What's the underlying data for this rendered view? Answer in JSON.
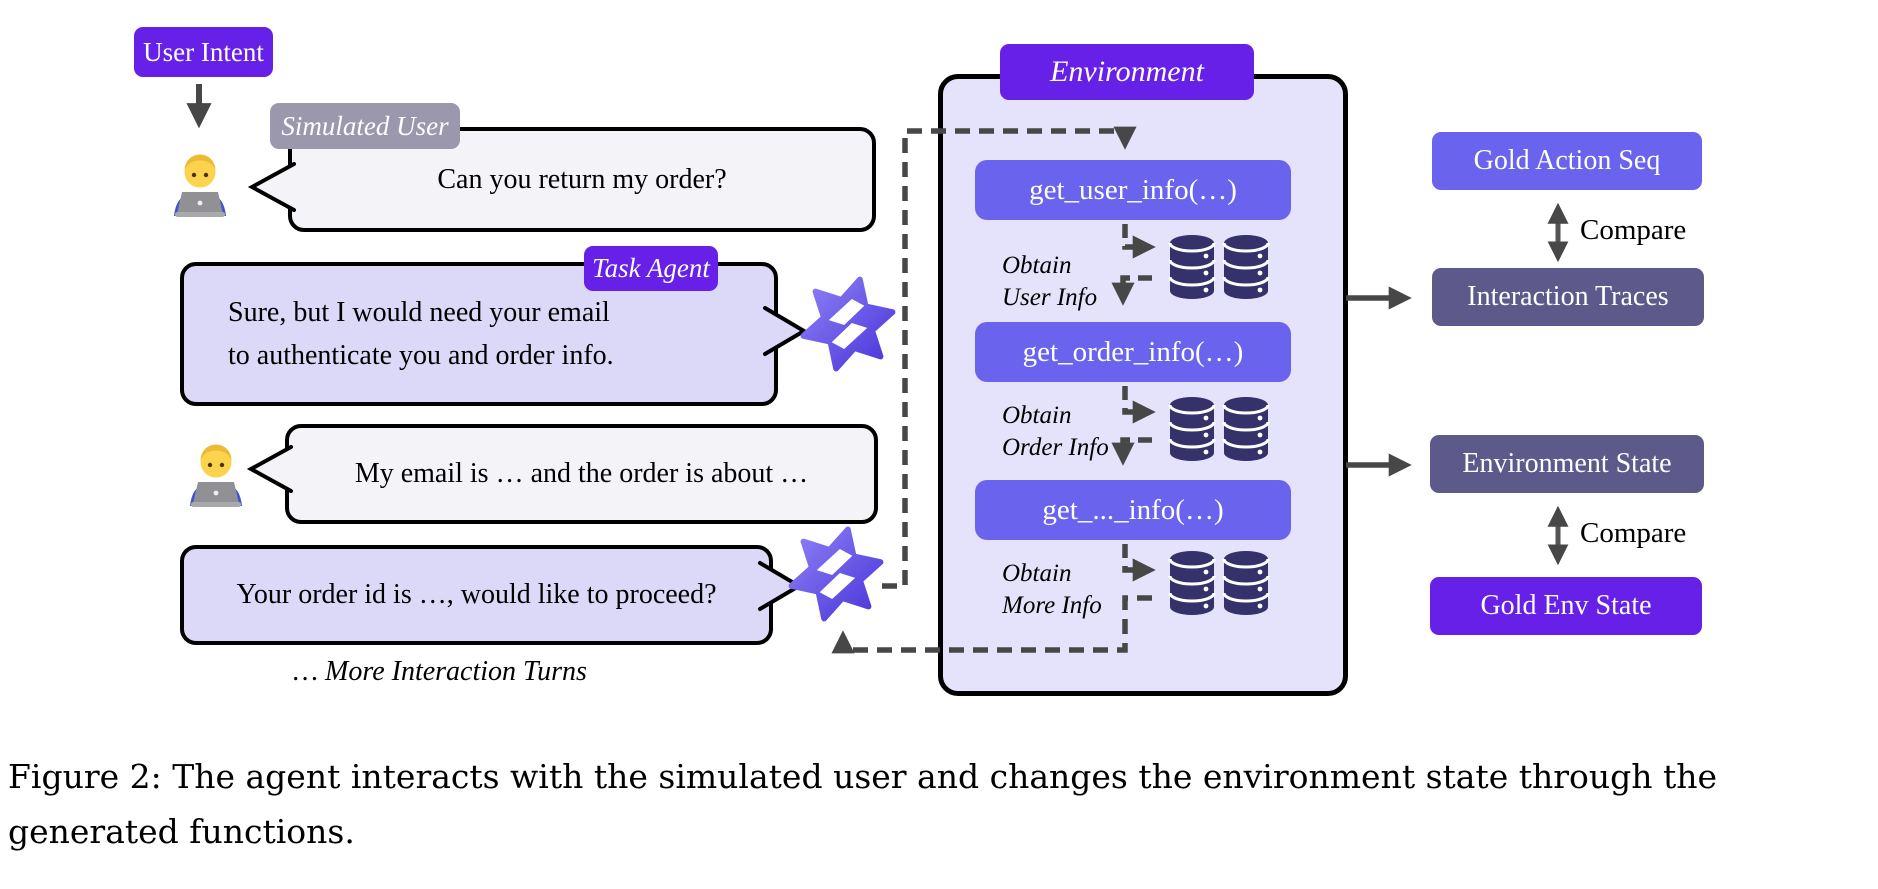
{
  "figure": {
    "caption": "Figure 2: The agent interacts with the simulated user and changes the environment state through the\ngenerated functions."
  },
  "left_flow": {
    "user_intent_label": "User Intent",
    "simulated_user_label": "Simulated User",
    "task_agent_label": "Task Agent",
    "more_turns_label": "… More Interaction Turns",
    "bubbles": [
      {
        "speaker": "simulated-user",
        "text": "Can you return my order?"
      },
      {
        "speaker": "task-agent",
        "text": "Sure, but I would need your email\nto authenticate you and order info."
      },
      {
        "speaker": "simulated-user",
        "text": "My email is … and the order is about …"
      },
      {
        "speaker": "task-agent",
        "text": "Your order id is …, would like to proceed?"
      }
    ]
  },
  "environment": {
    "title": "Environment",
    "functions": [
      {
        "name": "get_user_info(…)",
        "note": "Obtain\nUser Info"
      },
      {
        "name": "get_order_info(…)",
        "note": "Obtain\nOrder Info"
      },
      {
        "name": "get_..._info(…)",
        "note": "Obtain\nMore Info"
      }
    ]
  },
  "evaluation": {
    "gold_action_seq_label": "Gold Action Seq",
    "compare_top_label": "Compare",
    "interaction_traces_label": "Interaction Traces",
    "environment_state_label": "Environment State",
    "compare_bottom_label": "Compare",
    "gold_env_state_label": "Gold Env State"
  },
  "icons": {
    "agent_logo": "qwen-logo-icon",
    "user": "person-technologist-emoji-icon",
    "database": "database-icon"
  },
  "colors": {
    "vivid_purple": "#6620E8",
    "indigo": "#6A63ED",
    "slate_purple": "#5D5A8B",
    "label_gray": "#9B98AE",
    "agent_bubble": "#DCD8F7",
    "user_bubble": "#F3F3F8",
    "env_fill": "#E5E3FB",
    "db_navy": "#34316B",
    "arrow_gray": "#474747"
  }
}
